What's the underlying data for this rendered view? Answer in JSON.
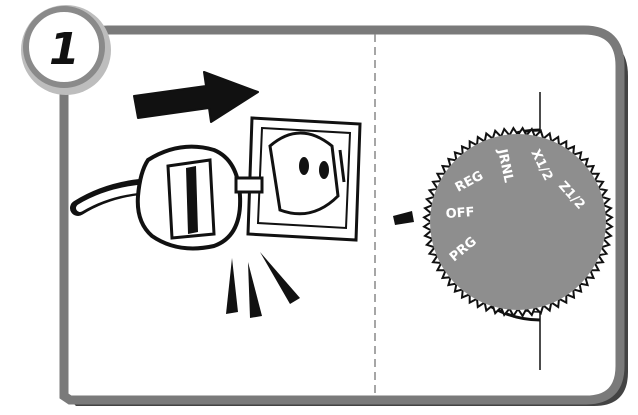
{
  "step": {
    "number": "1"
  },
  "dial": {
    "labels": {
      "off": "OFF",
      "reg": "REG",
      "prg": "PRG",
      "jrnl": "JRNL",
      "x12": "X1/2",
      "z12": "Z1/2"
    },
    "pointer_position": "OFF"
  },
  "colors": {
    "frame": "#777777",
    "frame_shadow": "#333333",
    "dial_face": "#8e8e8e",
    "ink": "#111111",
    "paper": "#ffffff"
  }
}
